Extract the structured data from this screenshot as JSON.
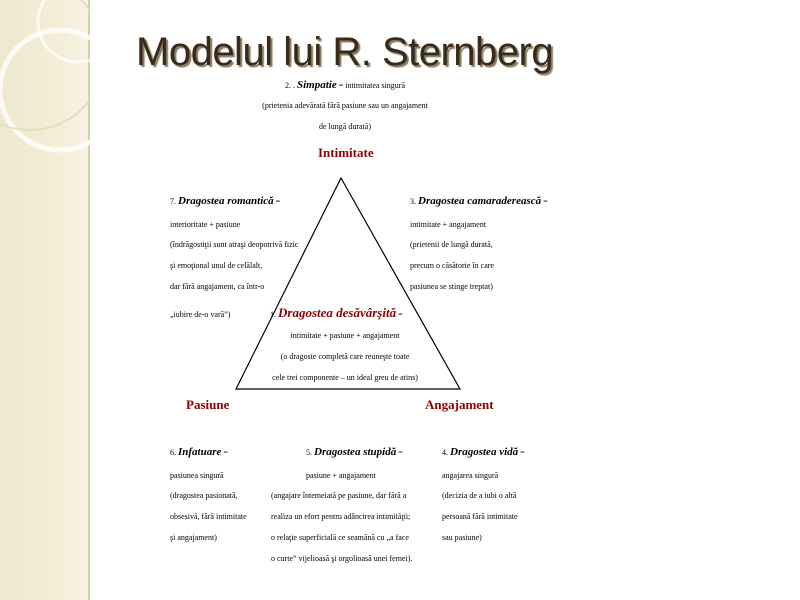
{
  "title": "Modelul lui R. Sternberg",
  "vertices": {
    "top": "Intimitate",
    "left": "Pasiune",
    "right": "Angajament"
  },
  "simpatie": {
    "num": "2. .",
    "name": "Simpatie",
    "eq": " = intimitatea singură",
    "line1": "(prietenia adevărată fără pasiune sau un angajament",
    "line2": "de lungă durată)"
  },
  "romantica": {
    "num": "7.",
    "name": "Dragostea romantică",
    "eq": " =",
    "lines": [
      "interioritate + pasiune",
      "(îndrăgostiţii sunt atraşi deopotrivă fizic",
      "şi emoţional unul de celălalt,",
      "dar fără angajament, ca într-o",
      "„iubire de-o vară”)"
    ]
  },
  "camaradereasca": {
    "num": "3.",
    "name": "Dragostea camaraderească",
    "eq": " =",
    "lines": [
      "intimitate + angajament",
      "(prietenii de lungă durată,",
      "precum o căsătorie în care",
      "pasiunea se stinge treptat)"
    ]
  },
  "desavarsita": {
    "num": "1.",
    "name": "Dragostea desăvârşită",
    "eq": " =",
    "lines": [
      "intimitate + pasiune + angajament",
      "(o dragoste completă care reuneşte toate",
      "cele trei componente – un ideal greu de atins)"
    ]
  },
  "infatuare": {
    "num": "6.",
    "name": "Infatuare",
    "eq": " =",
    "lines": [
      "pasiunea singură",
      "(dragostea pasionată,",
      "obsesivă, fără intimitate",
      "şi angajament)"
    ]
  },
  "stupida": {
    "num": "5.",
    "name": "Dragostea stupidă",
    "eq": " =",
    "lines": [
      "pasiune + angajament",
      "(angajare întemeiată pe pasiune, dar fără a",
      "realiza un efort pentru adâncirea intimităţii;",
      "o relaţie superficială ce seamănă cu „a face",
      "o curte” vijelioasă şi orgolioasă unei femei)."
    ]
  },
  "vida": {
    "num": "4.",
    "name": "Dragostea vidă",
    "eq": " =",
    "lines": [
      "angajarea singură",
      "(decizia de a iubi o altă",
      "persoană fără intimitate",
      "sau pasiune)"
    ]
  },
  "colors": {
    "vertex": "#8b0000",
    "title": "#3a2a1c",
    "band": "#efe8cf"
  }
}
